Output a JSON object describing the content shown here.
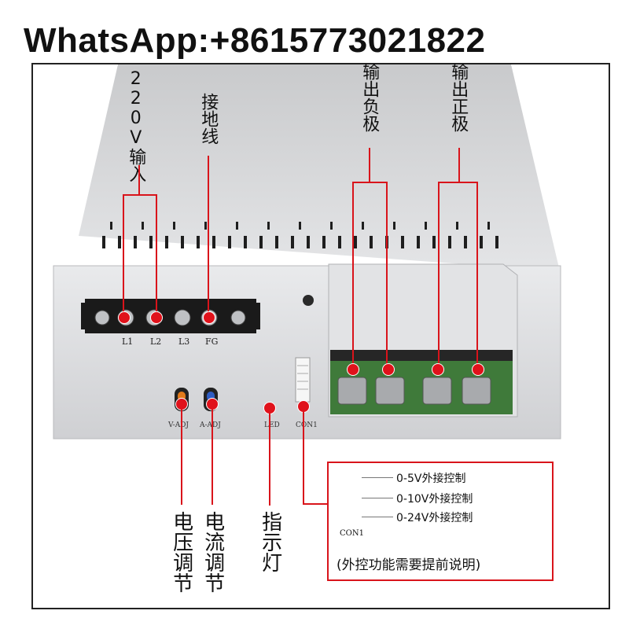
{
  "banner": "WhatsApp:+8615773021822",
  "labels": {
    "input_220v": "220V输入",
    "ground": "接地线",
    "output_negative": "输出负极",
    "output_positive": "输出正极",
    "voltage_adjust": "电压调节",
    "current_adjust": "电流调节",
    "indicator": "指示灯"
  },
  "terminals": [
    "L1",
    "L2",
    "L3",
    "FG"
  ],
  "front_labels": {
    "v_adj": "V-ADJ",
    "a_adj": "A-ADJ",
    "led": "LED",
    "con": "CON1"
  },
  "inset": {
    "con_label": "CON1",
    "options": [
      "0-5V外接控制",
      "0-10V外接控制",
      "0-24V外接控制"
    ],
    "note": "(外控功能需要提前说明)"
  },
  "colors": {
    "accent": "#d9141b",
    "chassis": "#d7d8da",
    "terminal_block": "#1a1a1a"
  }
}
